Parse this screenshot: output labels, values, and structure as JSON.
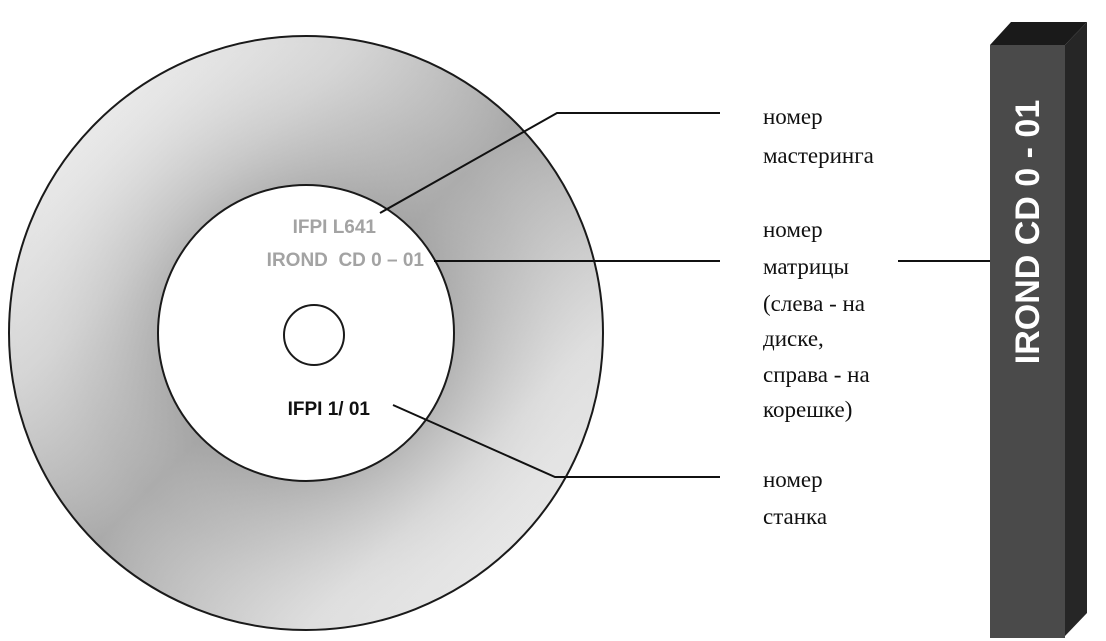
{
  "disc": {
    "mastering_code": "IFPI L641",
    "matrix_code": "IROND  CD 0 – 01",
    "press_code": "IFPI 1/ 01",
    "ring_gradient": [
      "#fdfdfd",
      "#d4d4d4",
      "#a9a9a9",
      "#dedede",
      "#f2f2f2"
    ],
    "code_grey": "#a3a3a3",
    "code_black": "#111111"
  },
  "labels": {
    "mastering": [
      "номер",
      "мастеринга"
    ],
    "matrix": [
      "номер",
      "матрицы",
      "(слева - на",
      "диске,",
      "справа - на",
      "корешке)"
    ],
    "press": [
      "номер",
      "станка"
    ]
  },
  "spine": {
    "text": "IROND CD 0 - 01",
    "front_color": "#4a4a4a",
    "side_color": "#262626",
    "top_color": "#1a1a1a"
  }
}
